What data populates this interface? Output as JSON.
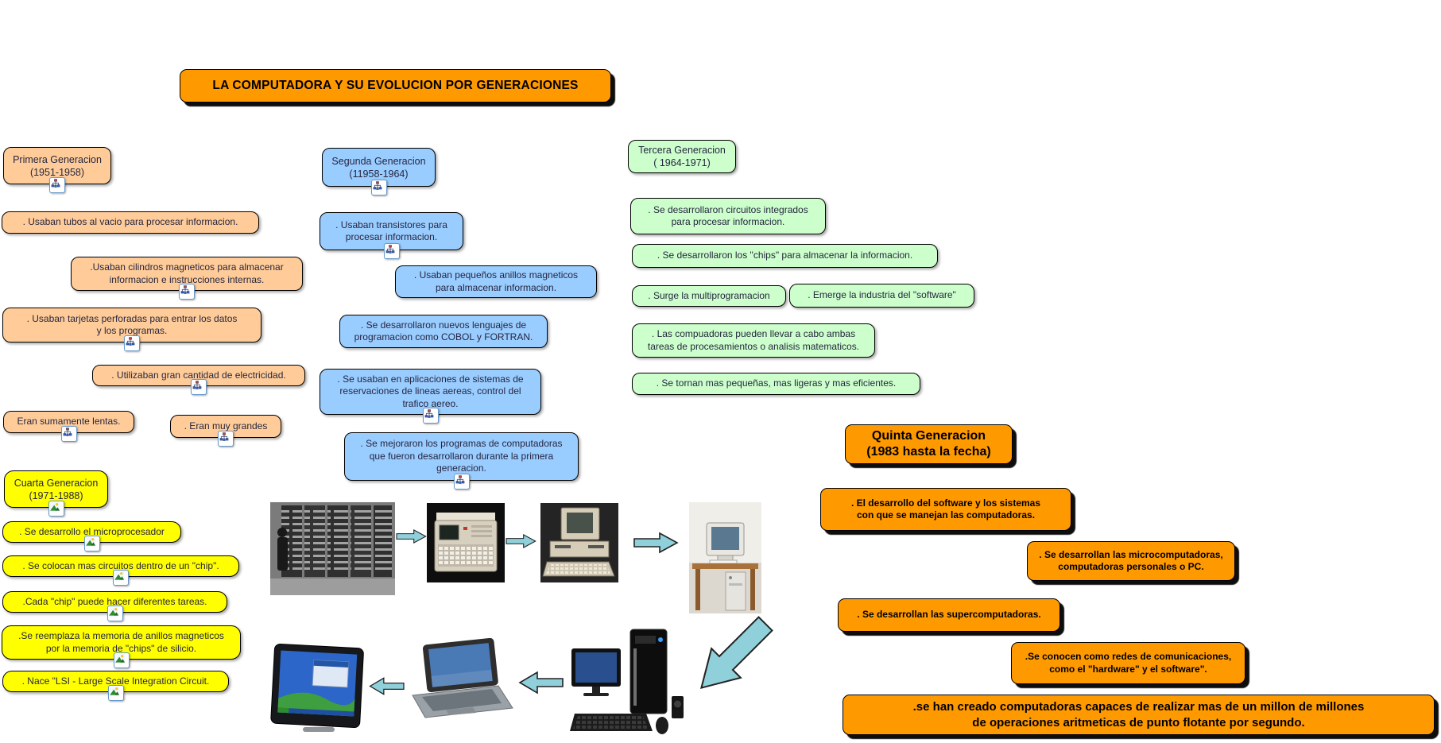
{
  "title": "LA COMPUTADORA Y SU EVOLUCION POR GENERACIONES",
  "colors": {
    "title_bg": "#FF9900",
    "primera": "#FFCC99",
    "segunda": "#99CCFF",
    "tercera": "#CCFFCC",
    "cuarta": "#FFFF00",
    "quinta": "#FF9900",
    "arrow": "#8FD0DB"
  },
  "primera": {
    "header": "Primera Generacion\n(1951-1958)",
    "items": [
      ". Usaban tubos al vacio para procesar informacion.",
      ".Usaban cilindros magneticos para almacenar\ninformacion e instrucciones internas.",
      ". Usaban tarjetas perforadas para entrar los datos\ny los programas.",
      ". Utilizaban gran cantidad de electricidad.",
      "Eran sumamente lentas.",
      ". Eran muy grandes"
    ]
  },
  "segunda": {
    "header": "Segunda Generacion\n(11958-1964)",
    "items": [
      ". Usaban transistores para\nprocesar informacion.",
      ". Usaban pequeños anillos magneticos\npara almacenar informacion.",
      ". Se desarrollaron nuevos lenguajes de\nprogramacion como COBOL y FORTRAN.",
      ". Se usaban en aplicaciones de sistemas de\nreservaciones de lineas aereas, control del\ntrafico aereo.",
      ". Se mejoraron los programas de computadoras\nque fueron desarrollaron durante la primera\ngeneracion."
    ]
  },
  "tercera": {
    "header": "Tercera Generacion\n( 1964-1971)",
    "items": [
      ". Se desarrollaron circuitos integrados\npara procesar informacion.",
      ". Se desarrollaron los \"chips\" para almacenar la informacion.",
      ". Surge la multiprogramacion",
      ". Emerge la industria del \"software\"",
      ". Las compuadoras pueden llevar a cabo ambas\ntareas de procesamientos o analisis matematicos.",
      ". Se tornan mas pequeñas, mas ligeras y mas eficientes."
    ]
  },
  "cuarta": {
    "header": "Cuarta Generacion\n(1971-1988)",
    "items": [
      ". Se desarrollo el microprocesador",
      ". Se colocan mas circuitos dentro de un \"chip\".",
      ".Cada \"chip\" puede hacer diferentes tareas.",
      ".Se reemplaza la memoria de anillos magneticos\npor la memoria de \"chips\" de silicio.",
      ". Nace \"LSI - Large Scale Integration Circuit."
    ]
  },
  "quinta": {
    "header": "Quinta Generacion\n(1983 hasta la fecha)",
    "items": [
      ". El desarrollo del software y los sistemas\ncon que se manejan las computadoras.",
      ". Se desarrollan las microcomputadoras,\ncomputadoras personales o PC.",
      ". Se desarrollan las supercomputadoras.",
      ".Se conocen como redes de comunicaciones,\ncomo el \"hardware\" y el software\".",
      ".se han creado computadoras capaces de realizar  mas de un millon  de millones\nde operaciones aritmeticas de punto flotante por segundo."
    ]
  },
  "icons": {
    "resource_icon": "concept-map-resource-icon",
    "image_icon": "picture-attachment-icon"
  },
  "photos": [
    "first-generation-mainframe",
    "portable-computer",
    "ibm-pc-desktop",
    "crt-monitor-on-desk",
    "modern-tower-desktop",
    "laptop-computer",
    "tablet-pc"
  ]
}
